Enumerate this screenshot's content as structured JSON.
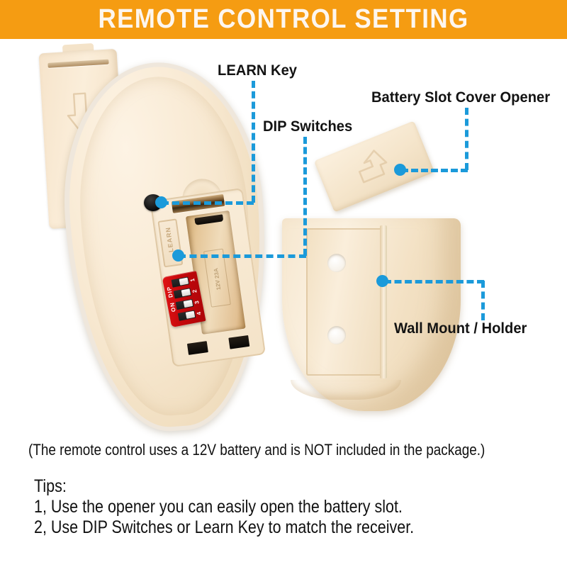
{
  "header": {
    "title": "REMOTE CONTROL SETTING",
    "background_color": "#f59c12",
    "text_color": "#fdf6ef"
  },
  "accent_color": "#1b9ada",
  "plastic_color": "#f5e5cb",
  "dip_block_color": "#c6080c",
  "callouts": [
    {
      "id": "learn-key",
      "label": "LEARN Key"
    },
    {
      "id": "dip-switches",
      "label": "DIP Switches"
    },
    {
      "id": "battery-slot-cover-opener",
      "label": "Battery Slot Cover Opener"
    },
    {
      "id": "wall-mount-holder",
      "label": "Wall Mount / Holder"
    }
  ],
  "parts": {
    "battery_cover": {
      "name": "Battery Slot Cover",
      "arrow_direction": "down"
    },
    "opener": {
      "name": "Battery Slot Cover Opener",
      "arrow_direction": "up-right"
    },
    "wall_mount": {
      "name": "Wall Mount / Holder",
      "screw_holes": 2
    },
    "remote": {
      "name": "Remote Control",
      "shape": "teardrop"
    }
  },
  "compartment": {
    "learn_emboss_text": "LEARN",
    "battery_emboss_text": "12V 23A",
    "dip": {
      "on_label": "ON",
      "dip_label": "DIP",
      "numbers": [
        "1",
        "2",
        "3",
        "4"
      ],
      "switch_count": 4
    }
  },
  "footer": {
    "note": "(The remote control uses a 12V battery and is NOT included in the package.)",
    "tips_heading": "Tips:",
    "tips": [
      "1, Use the opener you can easily open the battery slot.",
      "2, Use DIP Switches or Learn Key to match the receiver."
    ]
  }
}
